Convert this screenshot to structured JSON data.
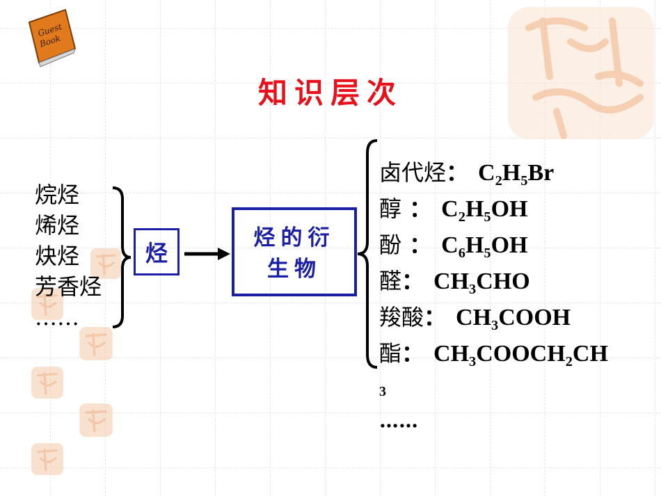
{
  "title": "知识层次",
  "logo": {
    "line1": "Guest",
    "line2": "Book"
  },
  "left_items": [
    "烷烃",
    "烯烃",
    "炔烃",
    "芳香烃",
    "……"
  ],
  "center_box": "烃",
  "derivative_box": {
    "line1": "烃的衍",
    "line2": "生物"
  },
  "derivatives": [
    {
      "name": "卤代烃",
      "sep": "：",
      "formula_parts": [
        [
          "C",
          ""
        ],
        [
          "2",
          "sub"
        ],
        [
          "H",
          ""
        ],
        [
          "5",
          "sub"
        ],
        [
          "Br",
          ""
        ]
      ]
    },
    {
      "name": "醇",
      "sep": " ：",
      "formula_parts": [
        [
          "C",
          ""
        ],
        [
          "2",
          "sub"
        ],
        [
          "H",
          ""
        ],
        [
          "5",
          "sub"
        ],
        [
          "OH",
          ""
        ]
      ]
    },
    {
      "name": "酚",
      "sep": " ：",
      "formula_parts": [
        [
          "C",
          ""
        ],
        [
          "6",
          "sub"
        ],
        [
          "H",
          ""
        ],
        [
          "5",
          "sub"
        ],
        [
          "OH",
          ""
        ]
      ]
    },
    {
      "name": "醛",
      "sep": "：",
      "formula_parts": [
        [
          "CH",
          ""
        ],
        [
          "3",
          "sub"
        ],
        [
          "CHO",
          ""
        ]
      ]
    },
    {
      "name": "羧酸",
      "sep": "：",
      "formula_parts": [
        [
          "CH",
          ""
        ],
        [
          "3",
          "sub"
        ],
        [
          "COOH",
          ""
        ]
      ]
    },
    {
      "name": "酯",
      "sep": "：",
      "formula_parts": [
        [
          "CH",
          ""
        ],
        [
          "3",
          "sub"
        ],
        [
          "COOCH",
          ""
        ],
        [
          "2",
          "sub"
        ],
        [
          "CH",
          ""
        ]
      ]
    }
  ],
  "formula_tail": "3",
  "derivatives_more": "……",
  "colors": {
    "title": "#e8101a",
    "box": "#1b1fa5",
    "seal": "#f2b48a"
  }
}
